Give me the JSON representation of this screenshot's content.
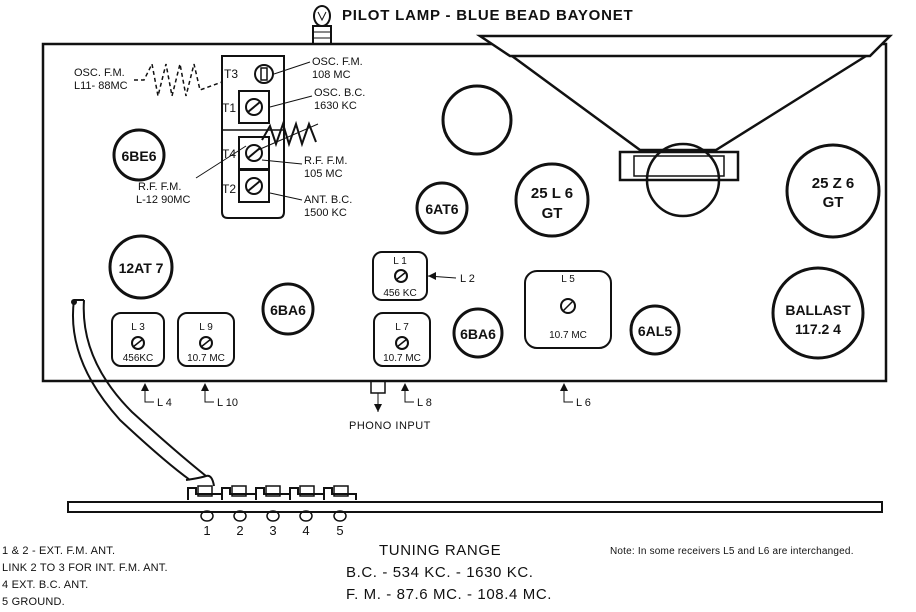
{
  "pilot_lamp": "PILOT LAMP - BLUE BEAD BAYONET",
  "osc_fm_left": {
    "line1": "OSC. F.M.",
    "line2": "L11- 88MC"
  },
  "trimmers": {
    "t3": {
      "id": "T3",
      "line1": "OSC. F.M.",
      "line2": "108 MC"
    },
    "t1": {
      "id": "T1",
      "line1": "OSC. B.C.",
      "line2": "1630 KC"
    },
    "t4": {
      "id": "T4",
      "line1": "R.F. F.M.",
      "line2": "105 MC"
    },
    "t2": {
      "id": "T2",
      "line1": "ANT. B.C.",
      "line2": "1500 KC"
    }
  },
  "rf_fm_left": {
    "line1": "R.F. F.M.",
    "line2": "L-12 90MC"
  },
  "tubes": {
    "t6be6": "6BE6",
    "t6at6": "6AT6",
    "t25l6": {
      "line1": "25 L 6",
      "line2": "GT"
    },
    "t25z6": {
      "line1": "25 Z 6",
      "line2": "GT"
    },
    "t12at7": "12AT 7",
    "t6ba6a": "6BA6",
    "t6ba6b": "6BA6",
    "t6al5": "6AL5",
    "ballast": {
      "line1": "BALLAST",
      "line2": "117.2 4"
    }
  },
  "coils": {
    "l1": {
      "id": "L 1",
      "freq": "456 KC"
    },
    "l2": "L 2",
    "l3": {
      "id": "L 3",
      "freq": "456KC"
    },
    "l9": {
      "id": "L 9",
      "freq": "10.7 MC"
    },
    "l7": {
      "id": "L 7",
      "freq": "10.7 MC"
    },
    "l5": {
      "id": "L 5",
      "freq": "10.7 MC"
    }
  },
  "bottom_labels": {
    "l4": "L 4",
    "l10": "L 10",
    "l8": "L 8",
    "l6": "L 6",
    "phono": "PHONO INPUT"
  },
  "terminals": [
    "1",
    "2",
    "3",
    "4",
    "5"
  ],
  "legend_lines": [
    "1 & 2 - EXT. F.M. ANT.",
    "LINK 2 TO 3 FOR INT. F.M. ANT.",
    "4 EXT. B.C. ANT.",
    "5 GROUND."
  ],
  "tuning": {
    "heading": "TUNING RANGE",
    "bc": "B.C. - 534 KC. - 1630 KC.",
    "fm": "F. M. - 87.6 MC. - 108.4 MC."
  },
  "note": "Note: In some receivers L5 and L6 are interchanged."
}
